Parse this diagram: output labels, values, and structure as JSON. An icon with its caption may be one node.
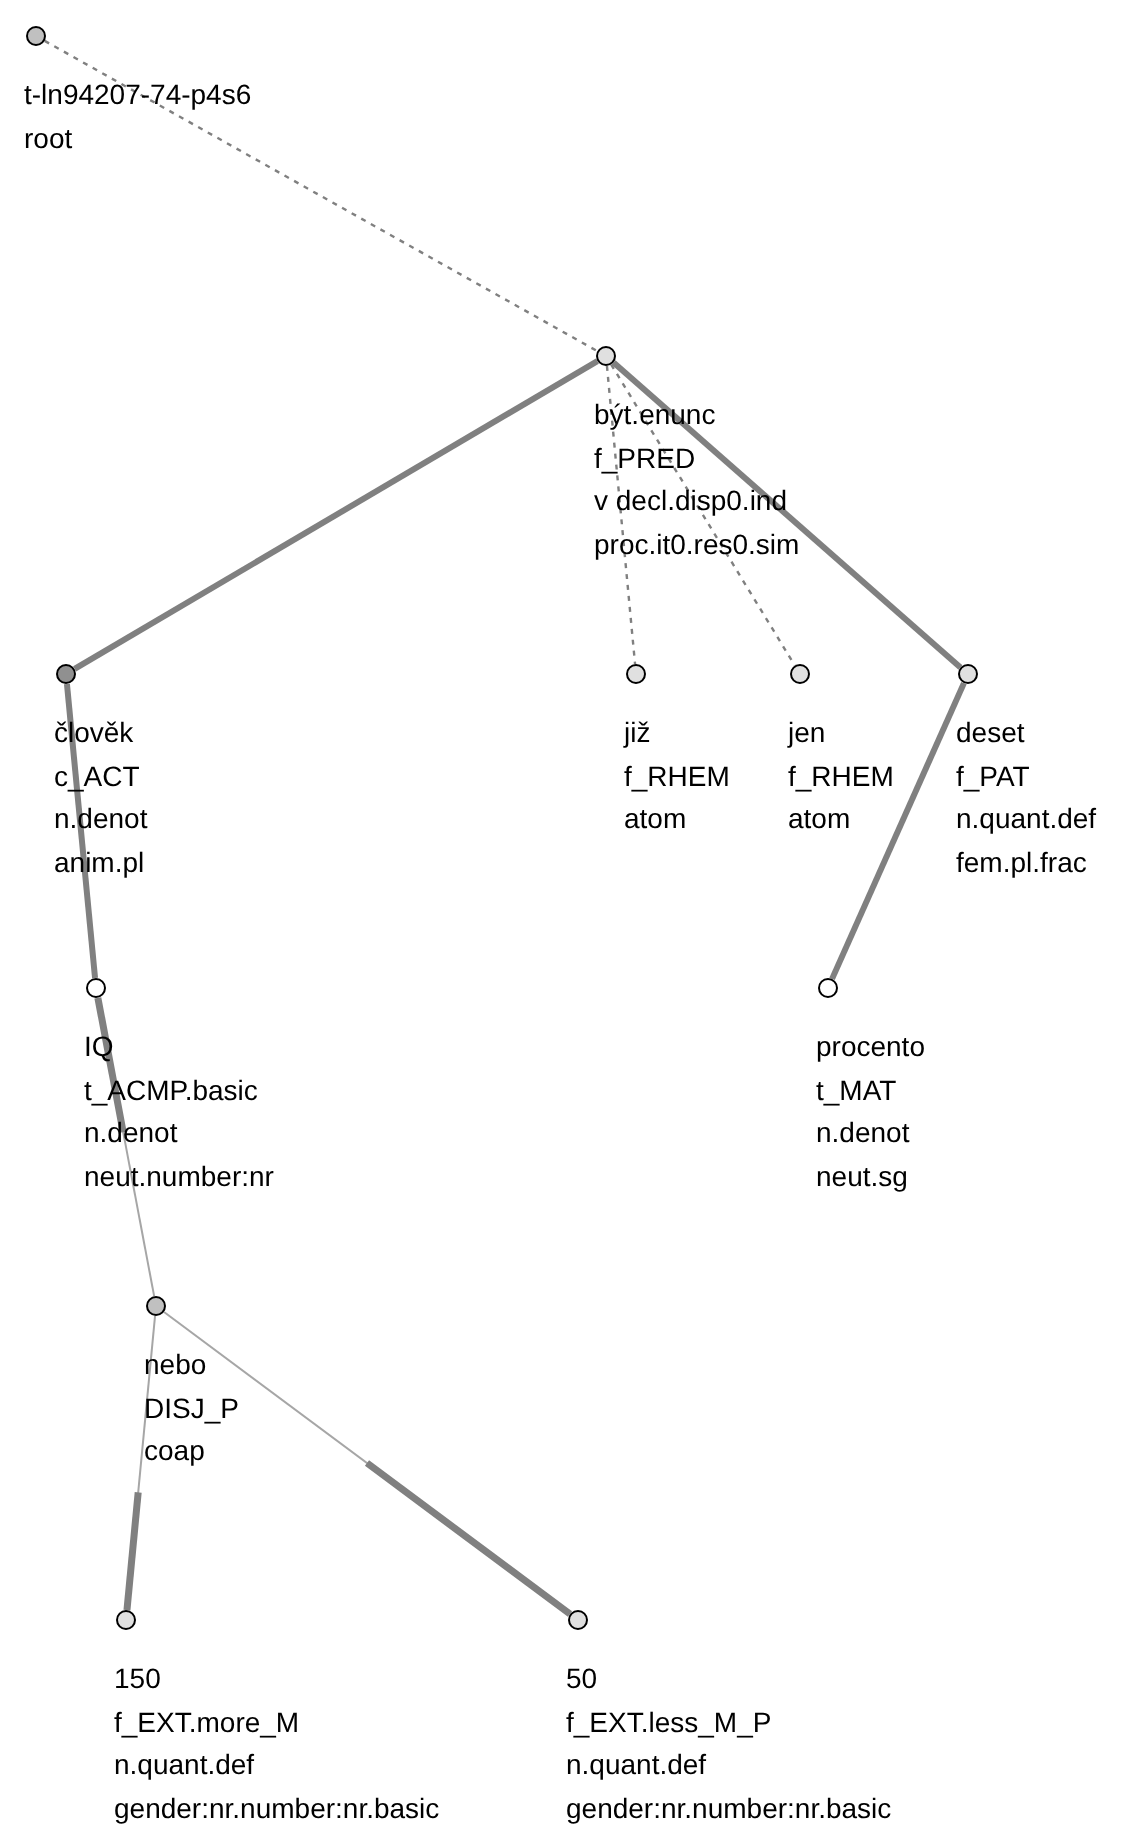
{
  "diagram": {
    "nodes": [
      {
        "text": [],
        "shape": "circle",
        "beside": [
          "t-ln94207-74-p4s6",
          "root"
        ]
      },
      {
        "text": [],
        "shape": "circle",
        "beside": [
          "být.enunc",
          "f_PRED",
          "v decl.disp0.ind",
          "proc.it0.res0.sim"
        ]
      },
      {
        "text": [],
        "shape": "circle",
        "beside": [
          "člověk",
          "c_ACT",
          "n.denot",
          "anim.pl"
        ]
      },
      {
        "text": [],
        "shape": "circle",
        "beside": [
          "již",
          "f_RHEM",
          "atom"
        ]
      },
      {
        "text": [],
        "shape": "circle",
        "beside": [
          "jen",
          "f_RHEM",
          "atom"
        ]
      },
      {
        "text": [],
        "shape": "circle",
        "beside": [
          "deset",
          "f_PAT",
          "n.quant.def",
          "fem.pl.frac"
        ]
      },
      {
        "text": [],
        "shape": "circle",
        "beside": [
          "IQ",
          "t_ACMP.basic",
          "n.denot",
          "neut.number:nr"
        ]
      },
      {
        "text": [],
        "shape": "circle",
        "beside": [
          "procento",
          "t_MAT",
          "n.denot",
          "neut.sg"
        ]
      },
      {
        "text": [],
        "shape": "circle",
        "beside": [
          "nebo",
          "DISJ_P",
          "coap"
        ]
      },
      {
        "text": [],
        "shape": "circle",
        "beside": [
          "150",
          "f_EXT.more_M",
          "n.quant.def",
          "gender:nr.number:nr.basic"
        ]
      },
      {
        "text": [],
        "shape": "circle",
        "beside": [
          "50",
          "f_EXT.less_M_P",
          "n.quant.def",
          "gender:nr.number:nr.basic"
        ]
      }
    ],
    "edges": [
      {
        "from": 0,
        "to": 1,
        "arrow": "none",
        "style": "dashed"
      },
      {
        "from": 1,
        "to": 2,
        "arrow": "none",
        "style": "thick"
      },
      {
        "from": 1,
        "to": 3,
        "arrow": "none",
        "style": "dashed"
      },
      {
        "from": 1,
        "to": 4,
        "arrow": "none",
        "style": "dashed"
      },
      {
        "from": 1,
        "to": 5,
        "arrow": "none",
        "style": "thick"
      },
      {
        "from": 2,
        "to": 6,
        "arrow": "none",
        "style": "thick"
      },
      {
        "from": 5,
        "to": 7,
        "arrow": "none",
        "style": "thick"
      },
      {
        "from": 6,
        "to": 8,
        "arrow": "none"
      },
      {
        "from": 8,
        "to": 9,
        "arrow": "none"
      },
      {
        "from": 8,
        "to": 10,
        "arrow": "none"
      }
    ]
  }
}
